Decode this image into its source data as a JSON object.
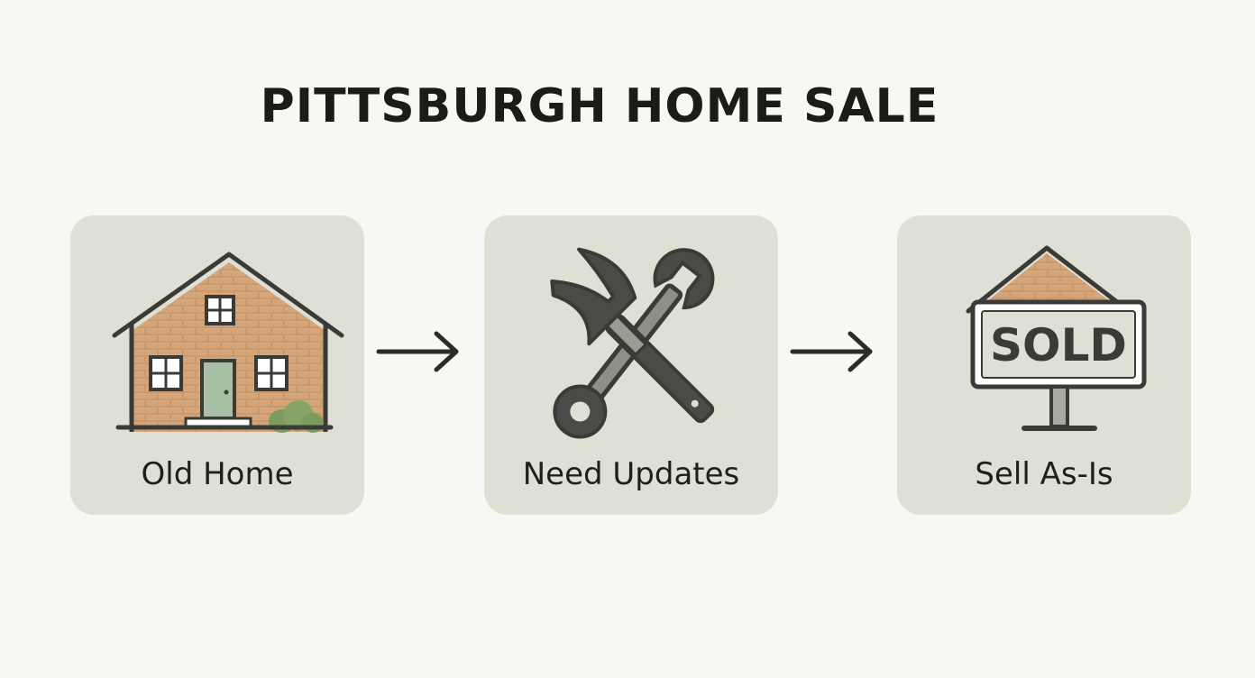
{
  "title": "PITTSBURGH HOME SALE",
  "steps": [
    {
      "label": "Old Home",
      "icon": "brick-house-icon"
    },
    {
      "label": "Need Updates",
      "icon": "hammer-wrench-icon"
    },
    {
      "label": "Sell As-Is",
      "icon": "sold-sign-icon",
      "sign_text": "SOLD"
    }
  ],
  "colors": {
    "background": "#f8f7f3",
    "card": "#dfdfd6",
    "brick": "#c99a6e",
    "mortar": "#e2b98f",
    "outline": "#3a3a36",
    "door": "#a9bfa6",
    "bush": "#7c9b5e"
  }
}
